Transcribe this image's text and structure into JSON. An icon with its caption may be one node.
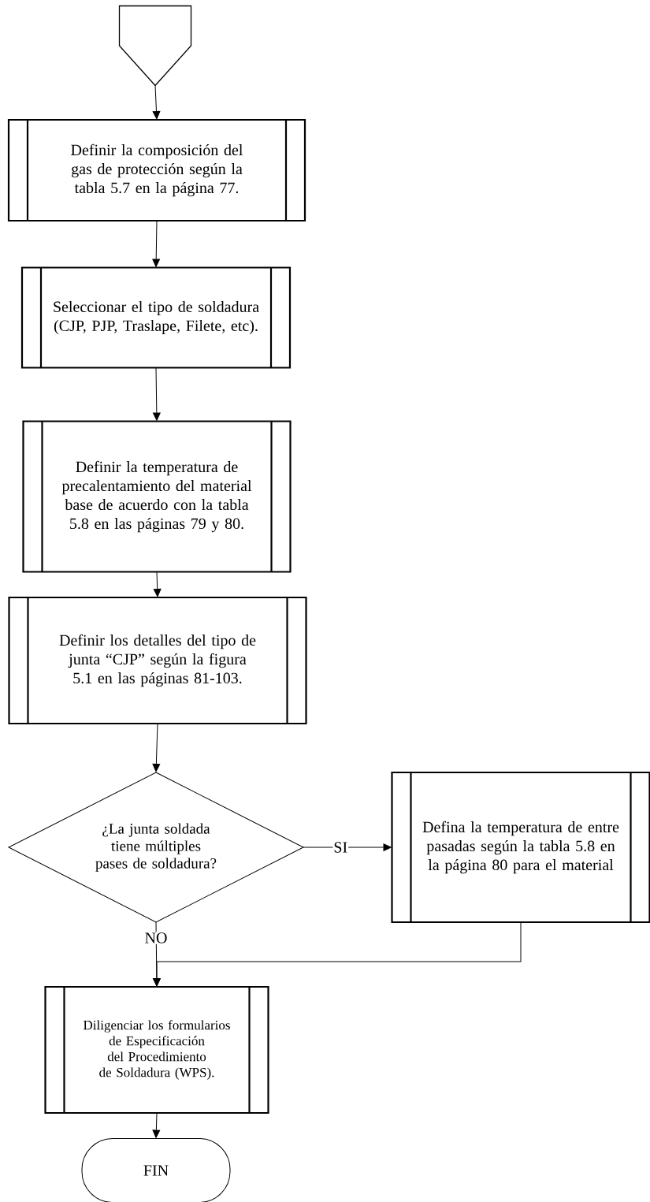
{
  "diagram": {
    "nodes": [
      {
        "text": [],
        "shape": "pentagon"
      },
      {
        "text": [
          "Definir la composición del gas de protección según la tabla 5.7 en la página 77."
        ]
      },
      {
        "text": [
          "Seleccionar el tipo de soldadura (CJP, PJP, Traslape, Filete, etc)."
        ]
      },
      {
        "text": [
          "Definir la temperatura de precalentamiento del material base de acuerdo con la tabla 5.8 en las páginas 79 y 80."
        ]
      },
      {
        "text": [
          "Definir los detalles del tipo de junta “CJP” según la figura 5.1 en las páginas 81-103."
        ]
      },
      {
        "text": [
          "¿La junta soldada tiene múltiples pases de soldadura?"
        ]
      },
      {
        "text": [
          "Defina la temperatura de entre pasadas según la tabla 5.8 en la página 80 para el material"
        ]
      },
      {
        "text": [
          "Diligenciar los formularios de Especificación del Procedimiento de Soldadura (WPS)."
        ]
      },
      {
        "text": [
          "FIN"
        ]
      }
    ],
    "edges": [
      {
        "from": 0,
        "to": 1,
        "arrow": "to"
      },
      {
        "from": 1,
        "to": 2,
        "arrow": "to"
      },
      {
        "from": 2,
        "to": 3,
        "arrow": "to"
      },
      {
        "from": 3,
        "to": 4,
        "arrow": "to"
      },
      {
        "from": 4,
        "to": 5,
        "arrow": "to"
      },
      {
        "from": 5,
        "to": 6,
        "arrow": "to",
        "label": "SI"
      },
      {
        "from": 5,
        "to": 7,
        "arrow": "to",
        "label": "NO"
      },
      {
        "from": 6,
        "to": 7,
        "arrow": "to"
      },
      {
        "from": 7,
        "to": 8,
        "arrow": "to"
      }
    ]
  }
}
